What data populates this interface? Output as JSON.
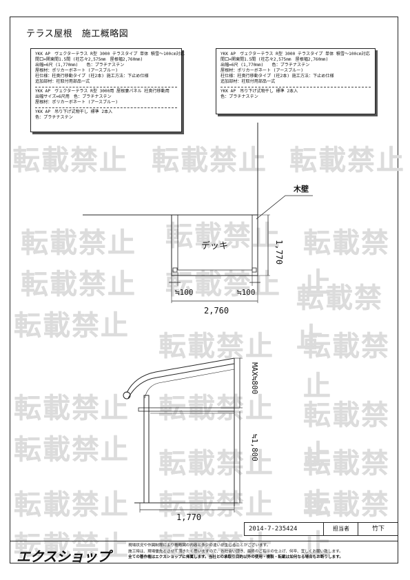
{
  "title": "テラス屋根　施工概略図",
  "spec_left": {
    "lines": [
      "YKK AP　ヴェクターテラス R型 3000 テラスタイプ 単体 積雪～100cm対応",
      "間口=関東間1.5間 (柱芯々2,575mm　屋根幅2,760mm)",
      "出幅=6尺 (1,770mm)　　色：プラチナステン",
      "屋根材：ポリカーボネート (アースブルー)",
      "柱仕様：柱奥行移動タイプ (柱2本) 施工方法：下止め仕様",
      "追加部材：柱取付用部品一式"
    ],
    "lines2": [
      "YKK AP　ヴェクターテラス R型 3000用 屋根妻パネル 柱奥行移動用",
      "出幅サイズ=6尺用　色：プラチナステン",
      "屋根材：ポリカーボネート (アースブルー)"
    ],
    "lines3": [
      "YKK AP　吊り下げ式物干し 標準 2本入",
      "色：プラチナステン"
    ]
  },
  "spec_right": {
    "lines": [
      "YKK AP　ヴェクターテラス R型 3000 テラスタイプ 単体 積雪～100cm対応",
      "間口=関東間1.5間 (柱芯々2,575mm　屋根幅2,760mm)",
      "出幅=6尺 (1,770mm)　　色：プラチナステン",
      "屋根材：ポリカーボネート (アースブルー)",
      "柱仕様：柱奥行移動タイプ (柱2本) 施工方法：下止め仕様",
      "追加部材：柱取付用部品一式"
    ],
    "lines2": [
      "YKK AP　吊り下げ式物干し 標準 2本入",
      "色：プラチナステン"
    ]
  },
  "watermark": "転載禁止",
  "plan": {
    "wall_label": "木壁",
    "deck_label": "デッキ",
    "dim_depth": "1,770",
    "dim_left": "≒100",
    "dim_right": "≒100",
    "dim_width": "2,760"
  },
  "elevation": {
    "dim_max": "MAX≒800",
    "dim_height": "≒1,800",
    "dim_depth": "1,770"
  },
  "footer": {
    "doc_id": "2014-7-235424",
    "person_label": "担当者",
    "person_name": "竹下",
    "logo": "エクスショップ",
    "note1": "現場状況や作図制限により概略図の内容と多少の違いが生じることがございます。",
    "note2": "施工時は、現場優先とさせて頂きたく思いますので、お社合い頂き、最終のご指示の仕上げ、何卒、宜しくお願い致します。",
    "note3": "全ての著作権はエクスショップに帰属します。当社との承取引目的以外の使用・複製・転載は如何なる場合もお断りします。"
  }
}
